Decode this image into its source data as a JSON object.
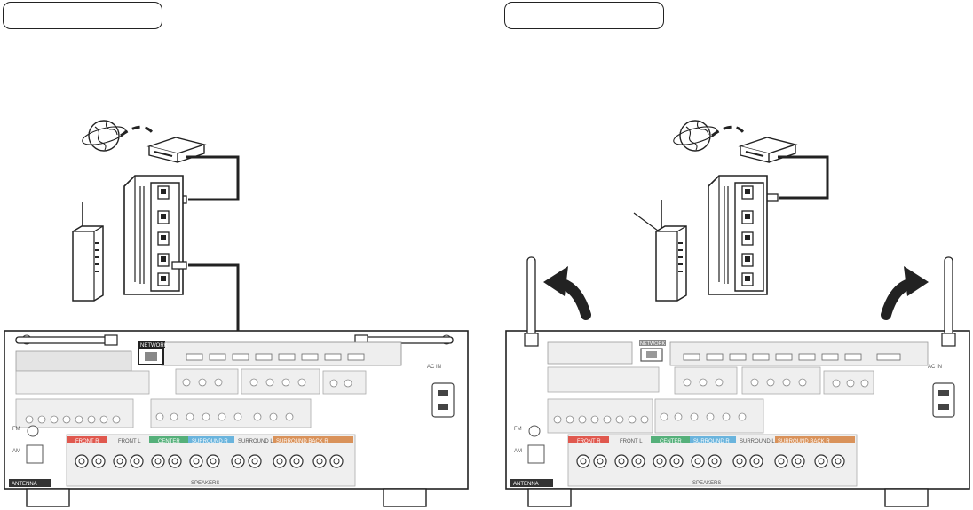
{
  "panels": [
    {
      "id": "left",
      "network_label": "NETWORK",
      "section_labels": [
        "FRONT R",
        "FRONT L",
        "CENTER",
        "SURROUND R",
        "SURROUND L",
        "SURROUND BACK R",
        "SPEAKERS",
        "ANTENNA",
        "AC IN",
        "FM",
        "AM"
      ]
    },
    {
      "id": "right",
      "network_label": "NETWORK",
      "section_labels": [
        "FRONT R",
        "FRONT L",
        "CENTER",
        "SURROUND R",
        "SURROUND L",
        "SURROUND BACK R",
        "SPEAKERS",
        "ANTENNA",
        "AC IN",
        "FM",
        "AM"
      ]
    }
  ],
  "colors": {
    "outline": "#222222",
    "front": "#e0584e",
    "center": "#55b07a",
    "surround": "#6ab4dd",
    "surround_back": "#d9925a",
    "panel_gray": "#d9d9d9"
  }
}
